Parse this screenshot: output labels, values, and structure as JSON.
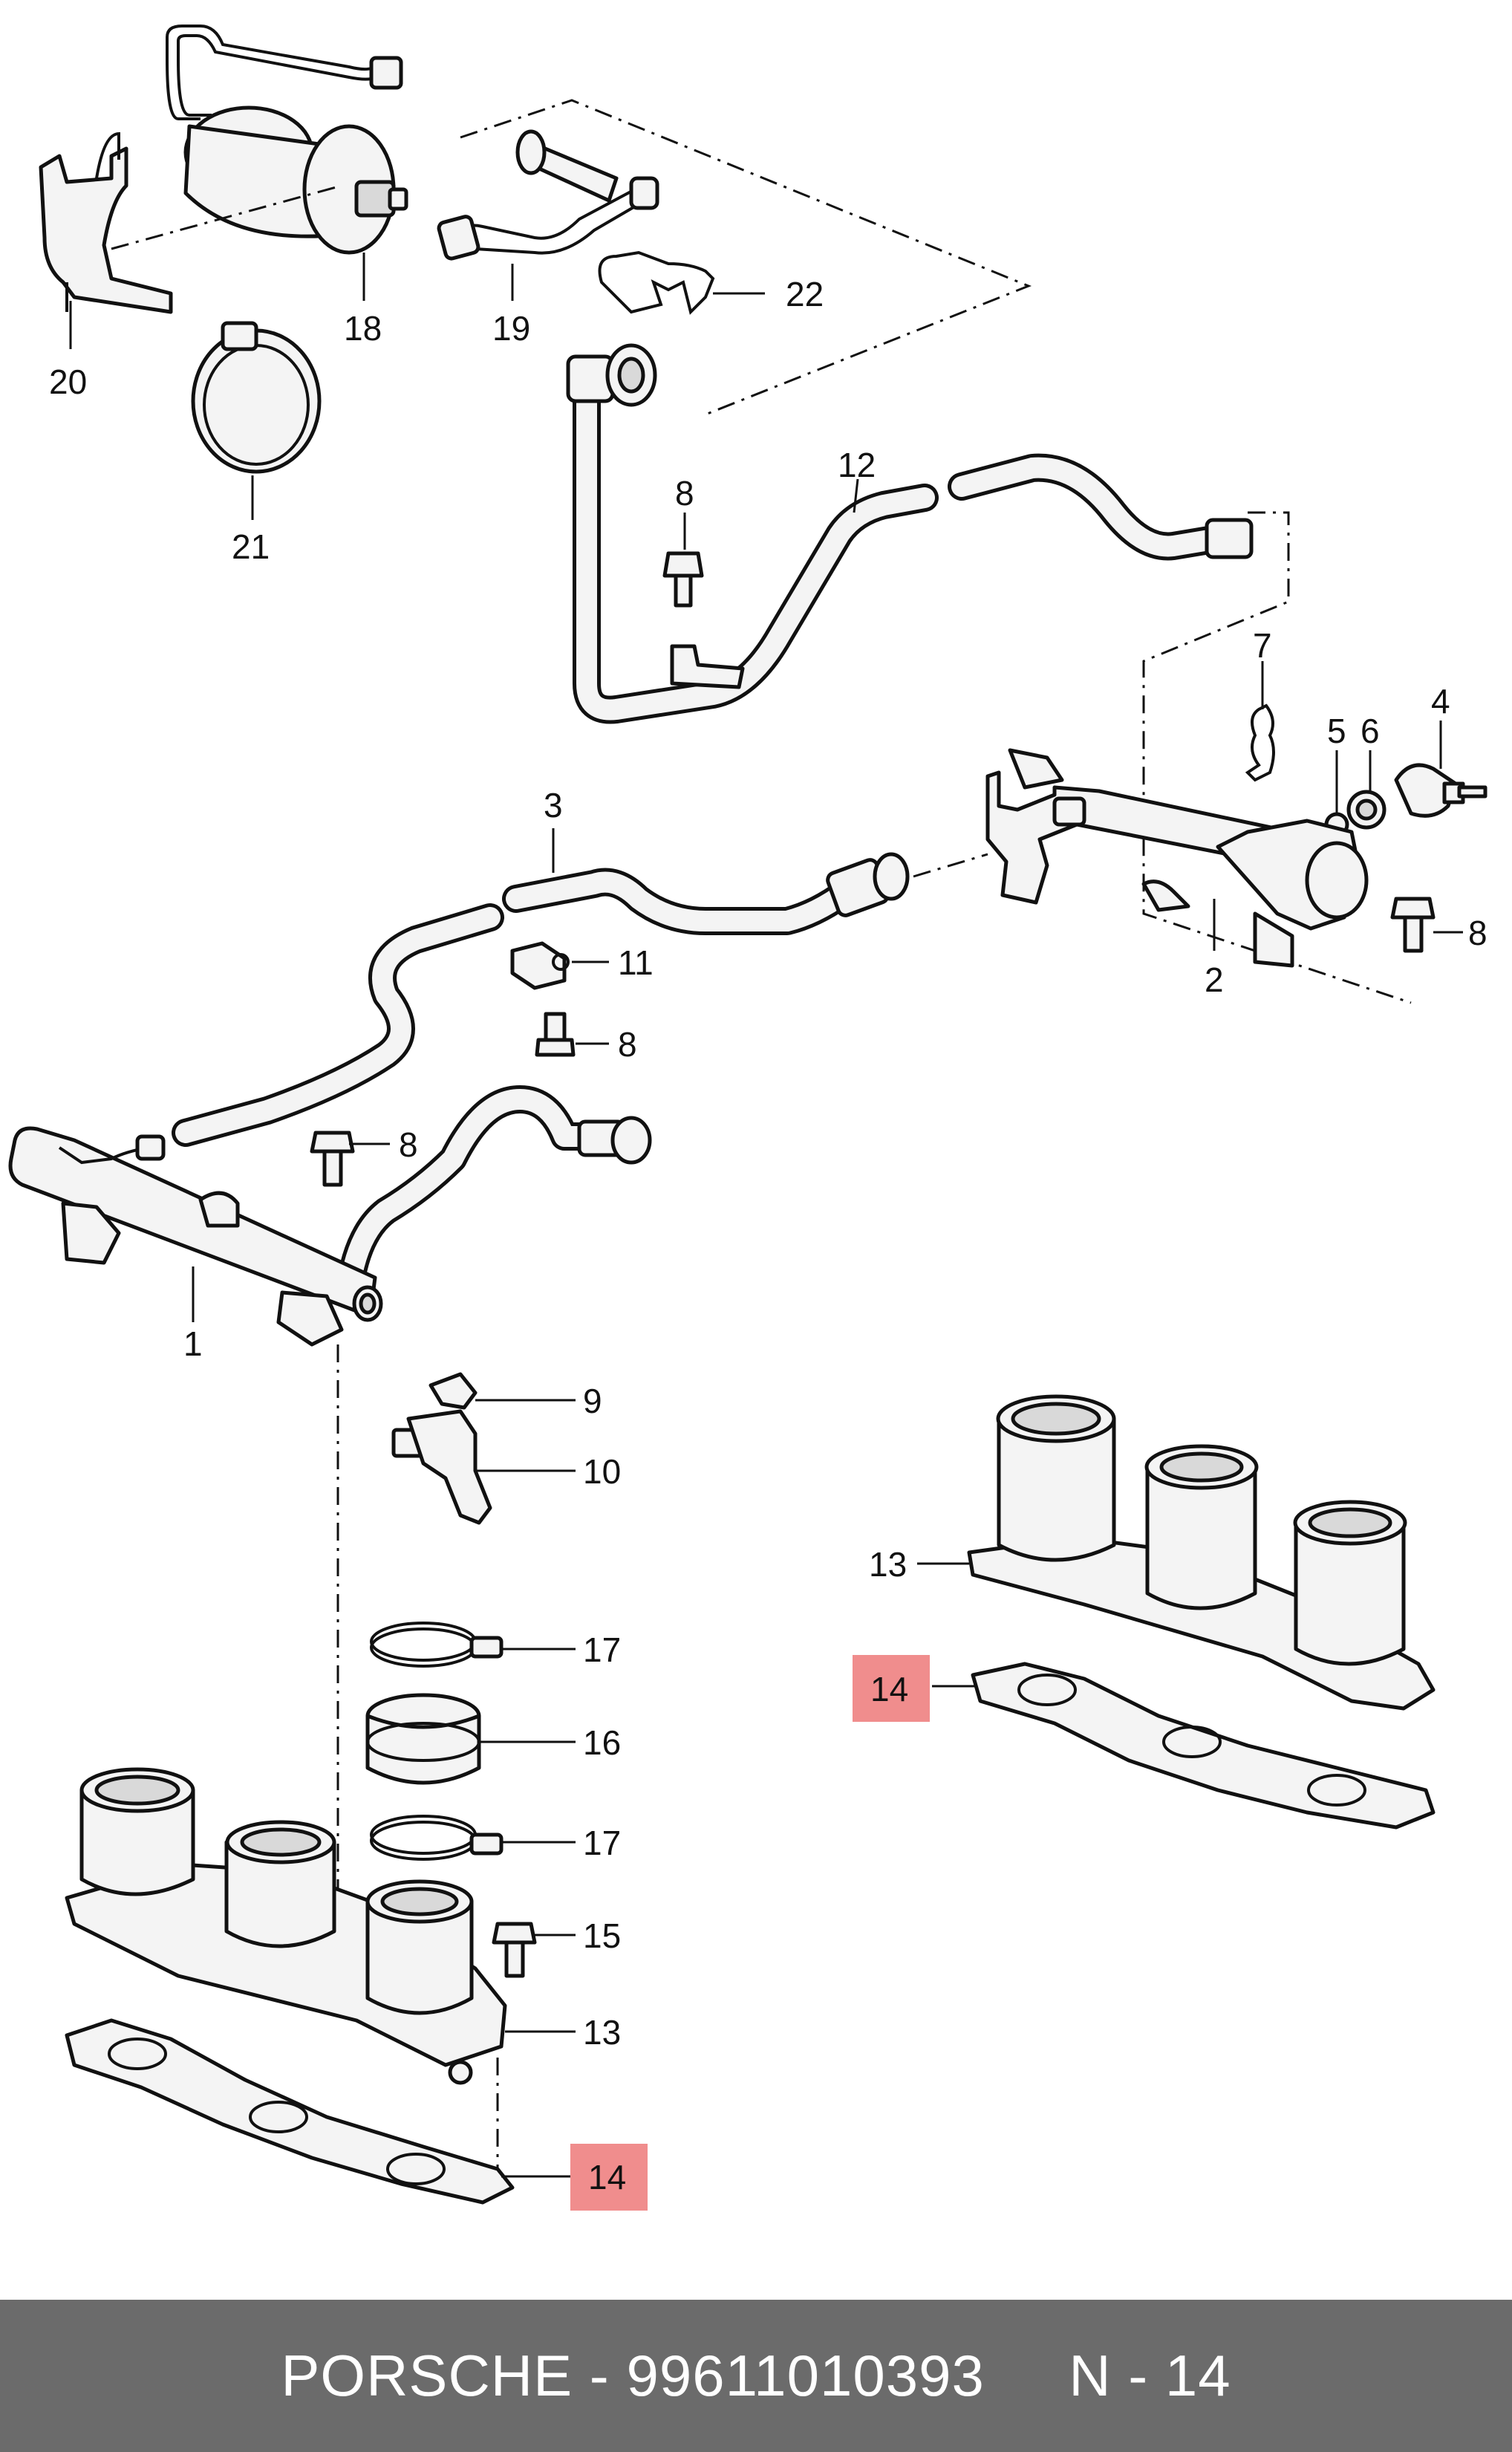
{
  "footer": {
    "brand": "PORSCHE",
    "sep": " - ",
    "part_number": "99611010393",
    "gap": "     ",
    "ref": "N - 14"
  },
  "callouts": {
    "c18": "18",
    "c19": "19",
    "c20": "20",
    "c21": "21",
    "c22": "22",
    "c12": "12",
    "c8a": "8",
    "c7": "7",
    "c5": "5",
    "c6": "6",
    "c4": "4",
    "c3": "3",
    "c11": "11",
    "c8b": "8",
    "c8c": "8",
    "c2": "2",
    "c8d": "8",
    "c1": "1",
    "c9": "9",
    "c10": "10",
    "c13a": "13",
    "c14a": "14",
    "c17a": "17",
    "c16": "16",
    "c17b": "17",
    "c15": "15",
    "c13b": "13",
    "c14b": "14"
  },
  "highlight_color": "#f08d8d",
  "footer_color": "#6b6b6b"
}
